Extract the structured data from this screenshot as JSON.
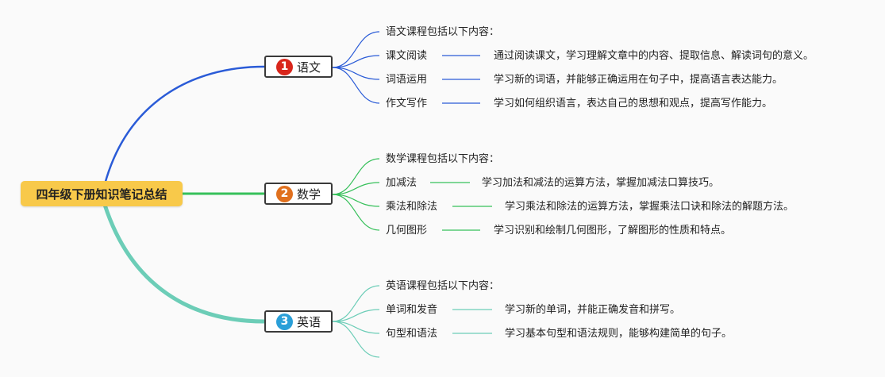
{
  "root": {
    "label": "四年级下册知识笔记总结"
  },
  "colors": {
    "root_fill": "#f8c94a",
    "branch_blue": "#2a5bd7",
    "branch_green": "#36c05a",
    "branch_teal": "#6ccdb7"
  },
  "branches": [
    {
      "number": "1",
      "label": "语文",
      "badge_color": "#d9261c",
      "line_color": "#2a5bd7",
      "intro": "语文课程包括以下内容：",
      "items": [
        {
          "label": "课文阅读",
          "desc": "通过阅读课文，学习理解文章中的内容、提取信息、解读词句的意义。"
        },
        {
          "label": "词语运用",
          "desc": "学习新的词语，并能够正确运用在句子中，提高语言表达能力。"
        },
        {
          "label": "作文写作",
          "desc": "学习如何组织语言，表达自己的思想和观点，提高写作能力。"
        }
      ]
    },
    {
      "number": "2",
      "label": "数学",
      "badge_color": "#e0701e",
      "line_color": "#36c05a",
      "intro": "数学课程包括以下内容：",
      "items": [
        {
          "label": "加减法",
          "desc": "学习加法和减法的运算方法，掌握加减法口算技巧。"
        },
        {
          "label": "乘法和除法",
          "desc": "学习乘法和除法的运算方法，掌握乘法口诀和除法的解题方法。"
        },
        {
          "label": "几何图形",
          "desc": "学习识别和绘制几何图形，了解图形的性质和特点。"
        }
      ]
    },
    {
      "number": "3",
      "label": "英语",
      "badge_color": "#2a9fd8",
      "line_color": "#6ccdb7",
      "intro": "英语课程包括以下内容：",
      "items": [
        {
          "label": "单词和发音",
          "desc": "学习新的单词，并能正确发音和拼写。"
        },
        {
          "label": "句型和语法",
          "desc": "学习基本句型和语法规则，能够构建简单的句子。"
        }
      ]
    }
  ]
}
